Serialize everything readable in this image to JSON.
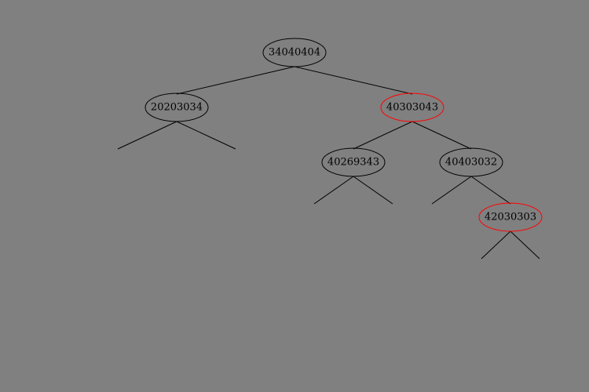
{
  "colors": {
    "background": "#808080",
    "edge": "#000000",
    "black_node": "#000000",
    "red_node": "#ff0000"
  },
  "tree": {
    "nodes": [
      {
        "id": "n34040404",
        "label": "34040404",
        "color": "black"
      },
      {
        "id": "n20203034",
        "label": "20203034",
        "color": "black"
      },
      {
        "id": "n40303043",
        "label": "40303043",
        "color": "red"
      },
      {
        "id": "n40269343",
        "label": "40269343",
        "color": "black"
      },
      {
        "id": "n40403032",
        "label": "40403032",
        "color": "black"
      },
      {
        "id": "n42030303",
        "label": "42030303",
        "color": "red"
      }
    ]
  }
}
